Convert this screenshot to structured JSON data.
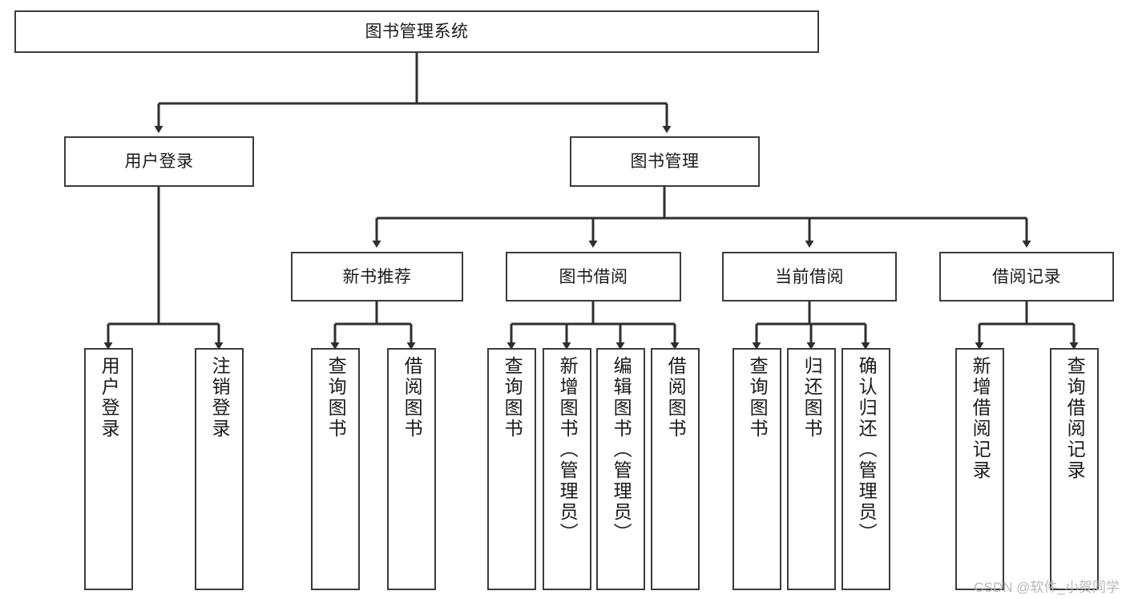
{
  "diagram": {
    "type": "tree-hierarchy-chart",
    "title_node": "图书管理系统",
    "watermark": "CSDN @软件_小贺同学",
    "colors": {
      "box_border": "#3b3b3b",
      "box_fill": "#ffffff",
      "connector": "#2f2f2f",
      "text": "#1a1a1a",
      "watermark": "#b9b9b9"
    },
    "levels": {
      "level1": [
        {
          "id": "root",
          "label": "图书管理系统"
        }
      ],
      "level2": [
        {
          "id": "user-login",
          "label": "用户登录"
        },
        {
          "id": "book-manage",
          "label": "图书管理"
        }
      ],
      "level3": [
        {
          "id": "new-book-rec",
          "label": "新书推荐"
        },
        {
          "id": "book-borrow",
          "label": "图书借阅"
        },
        {
          "id": "current-borrow",
          "label": "当前借阅"
        },
        {
          "id": "borrow-record",
          "label": "借阅记录"
        }
      ],
      "level4": [
        {
          "id": "leaf-user-login",
          "label": "用户登录",
          "parent": "user-login"
        },
        {
          "id": "leaf-logout",
          "label": "注销登录",
          "parent": "user-login"
        },
        {
          "id": "leaf-query-book-1",
          "label": "查询图书",
          "parent": "new-book-rec"
        },
        {
          "id": "leaf-borrow-book-1",
          "label": "借阅图书",
          "parent": "new-book-rec"
        },
        {
          "id": "leaf-query-book-2",
          "label": "查询图书",
          "parent": "book-borrow"
        },
        {
          "id": "leaf-add-book",
          "label": "新增图书（管理员）",
          "parent": "book-borrow"
        },
        {
          "id": "leaf-edit-book",
          "label": "编辑图书（管理员）",
          "parent": "book-borrow"
        },
        {
          "id": "leaf-borrow-book-2",
          "label": "借阅图书",
          "parent": "book-borrow"
        },
        {
          "id": "leaf-query-book-3",
          "label": "查询图书",
          "parent": "current-borrow"
        },
        {
          "id": "leaf-return-book",
          "label": "归还图书",
          "parent": "current-borrow"
        },
        {
          "id": "leaf-confirm-return",
          "label": "确认归还（管理员）",
          "parent": "current-borrow"
        },
        {
          "id": "leaf-add-record",
          "label": "新增借阅记录",
          "parent": "borrow-record"
        },
        {
          "id": "leaf-query-record",
          "label": "查询借阅记录",
          "parent": "borrow-record"
        }
      ]
    }
  }
}
